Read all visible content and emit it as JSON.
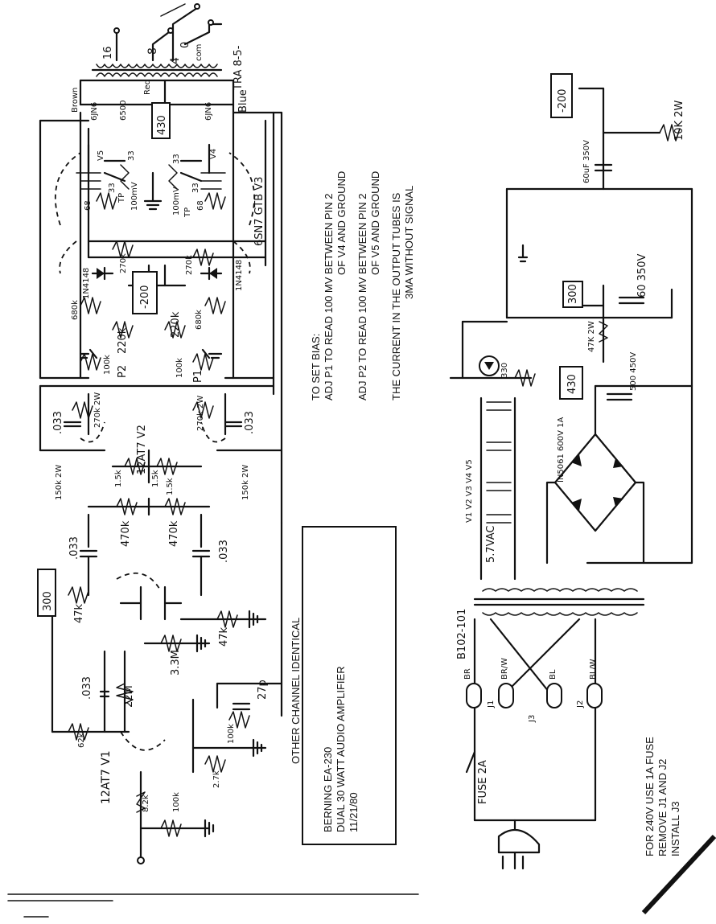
{
  "notes": {
    "bias_heading": "TO SET BIAS:",
    "bias_line1": "ADJ P1 TO READ 100 MV BETWEEN PIN 2",
    "bias_line2": "OF V4 AND GROUND",
    "bias_line3": "ADJ P2 TO READ 100 MV BETWEEN PIN 2",
    "bias_line4": "OF V5 AND GROUND",
    "bias_line5": "THE CURRENT IN THE OUTPUT TUBES IS",
    "bias_line6": "3MA WITHOUT SIGNAL",
    "other_channel": "OTHER CHANNEL IDENTICAL",
    "fuse_line1": "FOR 240V USE 1A FUSE",
    "fuse_line2": "REMOVE J1 AND J2",
    "fuse_line3": "INSTALL J3"
  },
  "title_block": {
    "line1": "BERNING EA-230",
    "line2": "DUAL 30 WATT AUDIO AMPLIFIER",
    "line3": "11/21/80"
  },
  "voltage_boxes": {
    "b300_left": "300",
    "b200_top": "-200",
    "b200_mid": "-200",
    "b300_ps": "300",
    "b430_ps": "430",
    "b430_out": "430"
  },
  "output_stage": {
    "transformer": "TRA 8-5-",
    "tap16": "16",
    "tap8": "8",
    "tap4": "4",
    "tap0": "0",
    "tapcom": "com",
    "brown": "Brown",
    "blue": "Blue",
    "red": "Red",
    "z6500": "6500",
    "v5_type": "6JN6",
    "v4_type": "6JN6",
    "v5": "V5",
    "v4": "V4",
    "r68a": "68",
    "r68b": "68",
    "r33a": "33",
    "r33b": "33",
    "r33c": "33",
    "r33d": "33",
    "tp1": "TP",
    "tp2": "TP",
    "mv1": "100mV",
    "mv2": "100mV",
    "v3": "6SN7 GTB V3",
    "r270a": "270k",
    "r270b": "270k",
    "d1": "1N4148",
    "d2": "1N4148",
    "r680a": "680k",
    "r680b": "680k",
    "r220a": "220k",
    "r220b": "220k",
    "p2": "P2",
    "p1": "P1",
    "p100a": "100k",
    "p100b": "100k"
  },
  "driver_stage": {
    "v2": "12AT7 V2",
    "r270w1": "270k 2W",
    "r270w2": "270k 2W",
    "c033a": ".033",
    "c033b": ".033",
    "r150a": "150k 2W",
    "r150b": "150k 2W",
    "r15a": "1.5k",
    "r15b": "1.5k",
    "r15c": "1.5k",
    "r470a": "470k",
    "r470b": "470k",
    "c033c": ".033",
    "c033d": ".033"
  },
  "input_stage": {
    "v1": "12AT7 V1",
    "r47a": "47k",
    "r47b": "47k",
    "r33m": "3.3M",
    "c033e": ".033",
    "r22m": "22M",
    "r62k": "62k",
    "r82k": "8.2k",
    "r100k_in": "100k",
    "r27k": "2.7k",
    "r100k_fb": "100k",
    "c27p": "27p"
  },
  "power_supply": {
    "r10k": "10K 2W",
    "c60a": "60uF 350V",
    "c60b": "60 350V",
    "r47k2w": "47K 2W",
    "c500": "500 450V",
    "r330": "330",
    "diodes": "IN5061 600V 1A",
    "heater": "5.7VAC",
    "tubes": "V1 V2 V3 V4 V5",
    "transformer": "B102-101",
    "br": "BR",
    "brw": "BR/W",
    "bl": "BL",
    "blw": "BL/W",
    "j1": "J1",
    "j2": "J2",
    "j3": "J3",
    "fuse": "FUSE 2A"
  }
}
